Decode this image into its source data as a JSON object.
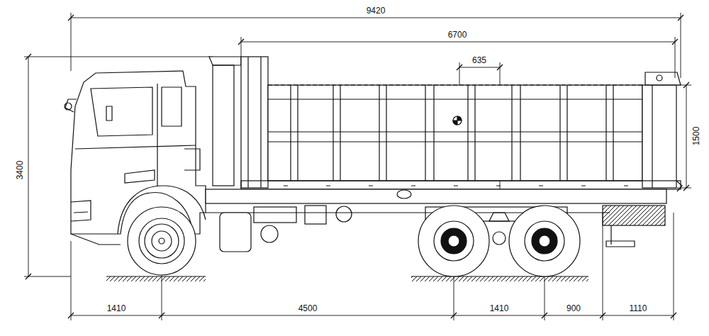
{
  "diagram": {
    "labels": [
      "9420",
      "6700",
      "635",
      "3400",
      "1500",
      "1410",
      "4500",
      "1410",
      "900",
      "1110"
    ]
  }
}
